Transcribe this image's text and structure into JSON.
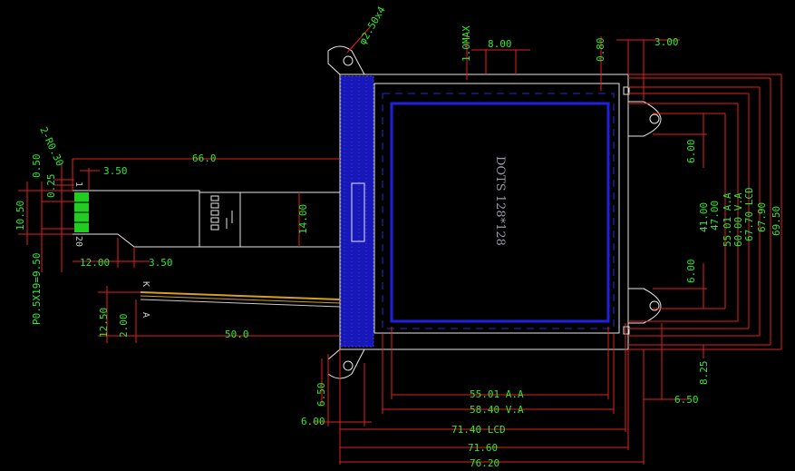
{
  "colors": {
    "background": "#000000",
    "dimension_text": "#32e632",
    "dimension_line": "#e02020",
    "outline": "#e6e6e6",
    "active_area": "#2020e0",
    "pin_block": "#22cc22",
    "lead_wire": "#d4a020"
  },
  "panel": {
    "dots_label": "DOTS 128*128"
  },
  "fpc": {
    "pin_first": "1",
    "pin_last": "20",
    "pad_labels": [
      "K",
      "A"
    ]
  },
  "dimensions": {
    "hole": "φ2.50x4",
    "max_thickness": "1.0MAX",
    "top_8": "8.00",
    "top_080": "0.80",
    "top_3": "3.00",
    "fpc_length": "66.0",
    "r030": "2-R0.30",
    "d050": "0.50",
    "d025": "0.25",
    "d350a": "3.50",
    "d1050": "10.50",
    "d950": "P0.5X19=9.50",
    "d1200": "12.00",
    "d350b": "3.50",
    "fpc_width": "14.00",
    "led_1250": "12.50",
    "led_200": "2.00",
    "led_len": "50.0",
    "d650b": "6.50",
    "d600b": "6.00",
    "r600a": "6.00",
    "r600b": "6.00",
    "r4100": "41.00",
    "r4700": "47.00",
    "r5501": "55.01 A.A",
    "r6000": "60.00 V.A",
    "r6770": "67.70 LCD",
    "r6790": "67.90",
    "r6950": "69.50",
    "r825": "8.25",
    "r650": "6.50",
    "aa_w": "55.01 A.A",
    "va_w": "58.40 V.A",
    "lcd_w": "71.40 LCD",
    "w7160": "71.60",
    "w7620": "76.20"
  }
}
